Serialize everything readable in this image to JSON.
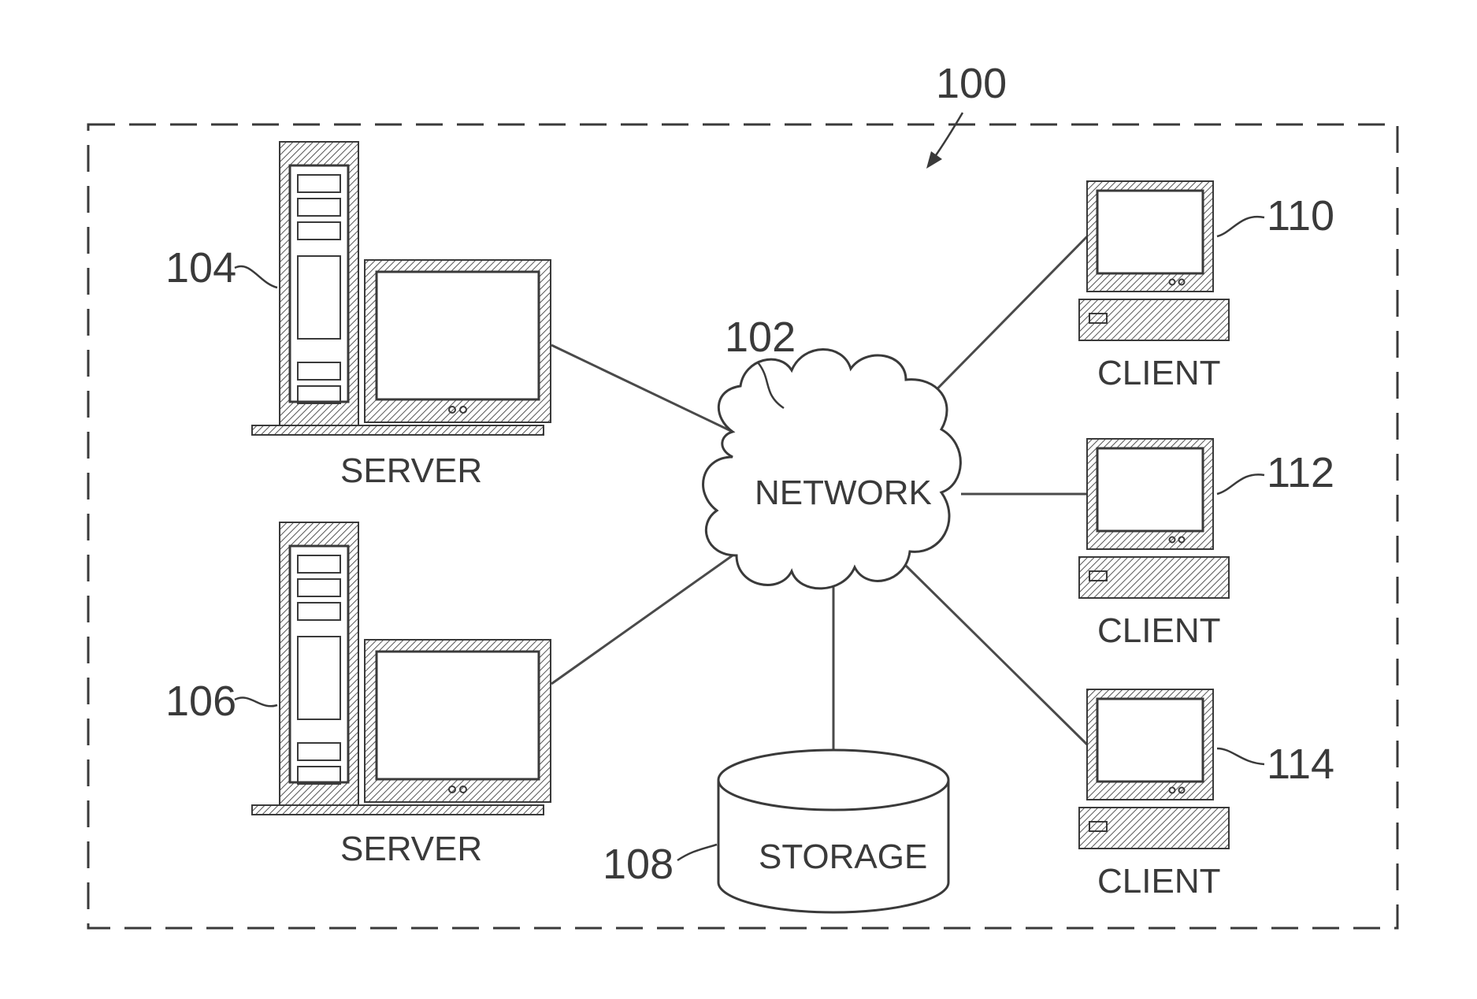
{
  "system_ref": "100",
  "network": {
    "ref": "102",
    "label": "NETWORK"
  },
  "servers": [
    {
      "ref": "104",
      "label": "SERVER"
    },
    {
      "ref": "106",
      "label": "SERVER"
    }
  ],
  "storage": {
    "ref": "108",
    "label": "STORAGE"
  },
  "clients": [
    {
      "ref": "110",
      "label": "CLIENT"
    },
    {
      "ref": "112",
      "label": "CLIENT"
    },
    {
      "ref": "114",
      "label": "CLIENT"
    }
  ]
}
